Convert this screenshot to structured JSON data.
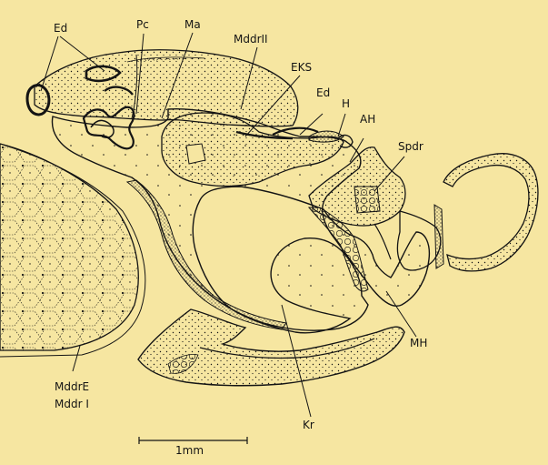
{
  "labels": {
    "ed_top": "Ed",
    "pc": "Pc",
    "ma": "Ma",
    "mddr2": "MddrII",
    "eks": "EKS",
    "ed_mid": "Ed",
    "h": "H",
    "ah": "AH",
    "spdr": "Spdr",
    "mh": "MH",
    "mddre": "MddrE",
    "mddri": "Mddr I",
    "kr": "Kr"
  },
  "scale_bar": {
    "label": "1mm"
  },
  "colors": {
    "background": "#f6e6a1",
    "ink": "#141414"
  }
}
